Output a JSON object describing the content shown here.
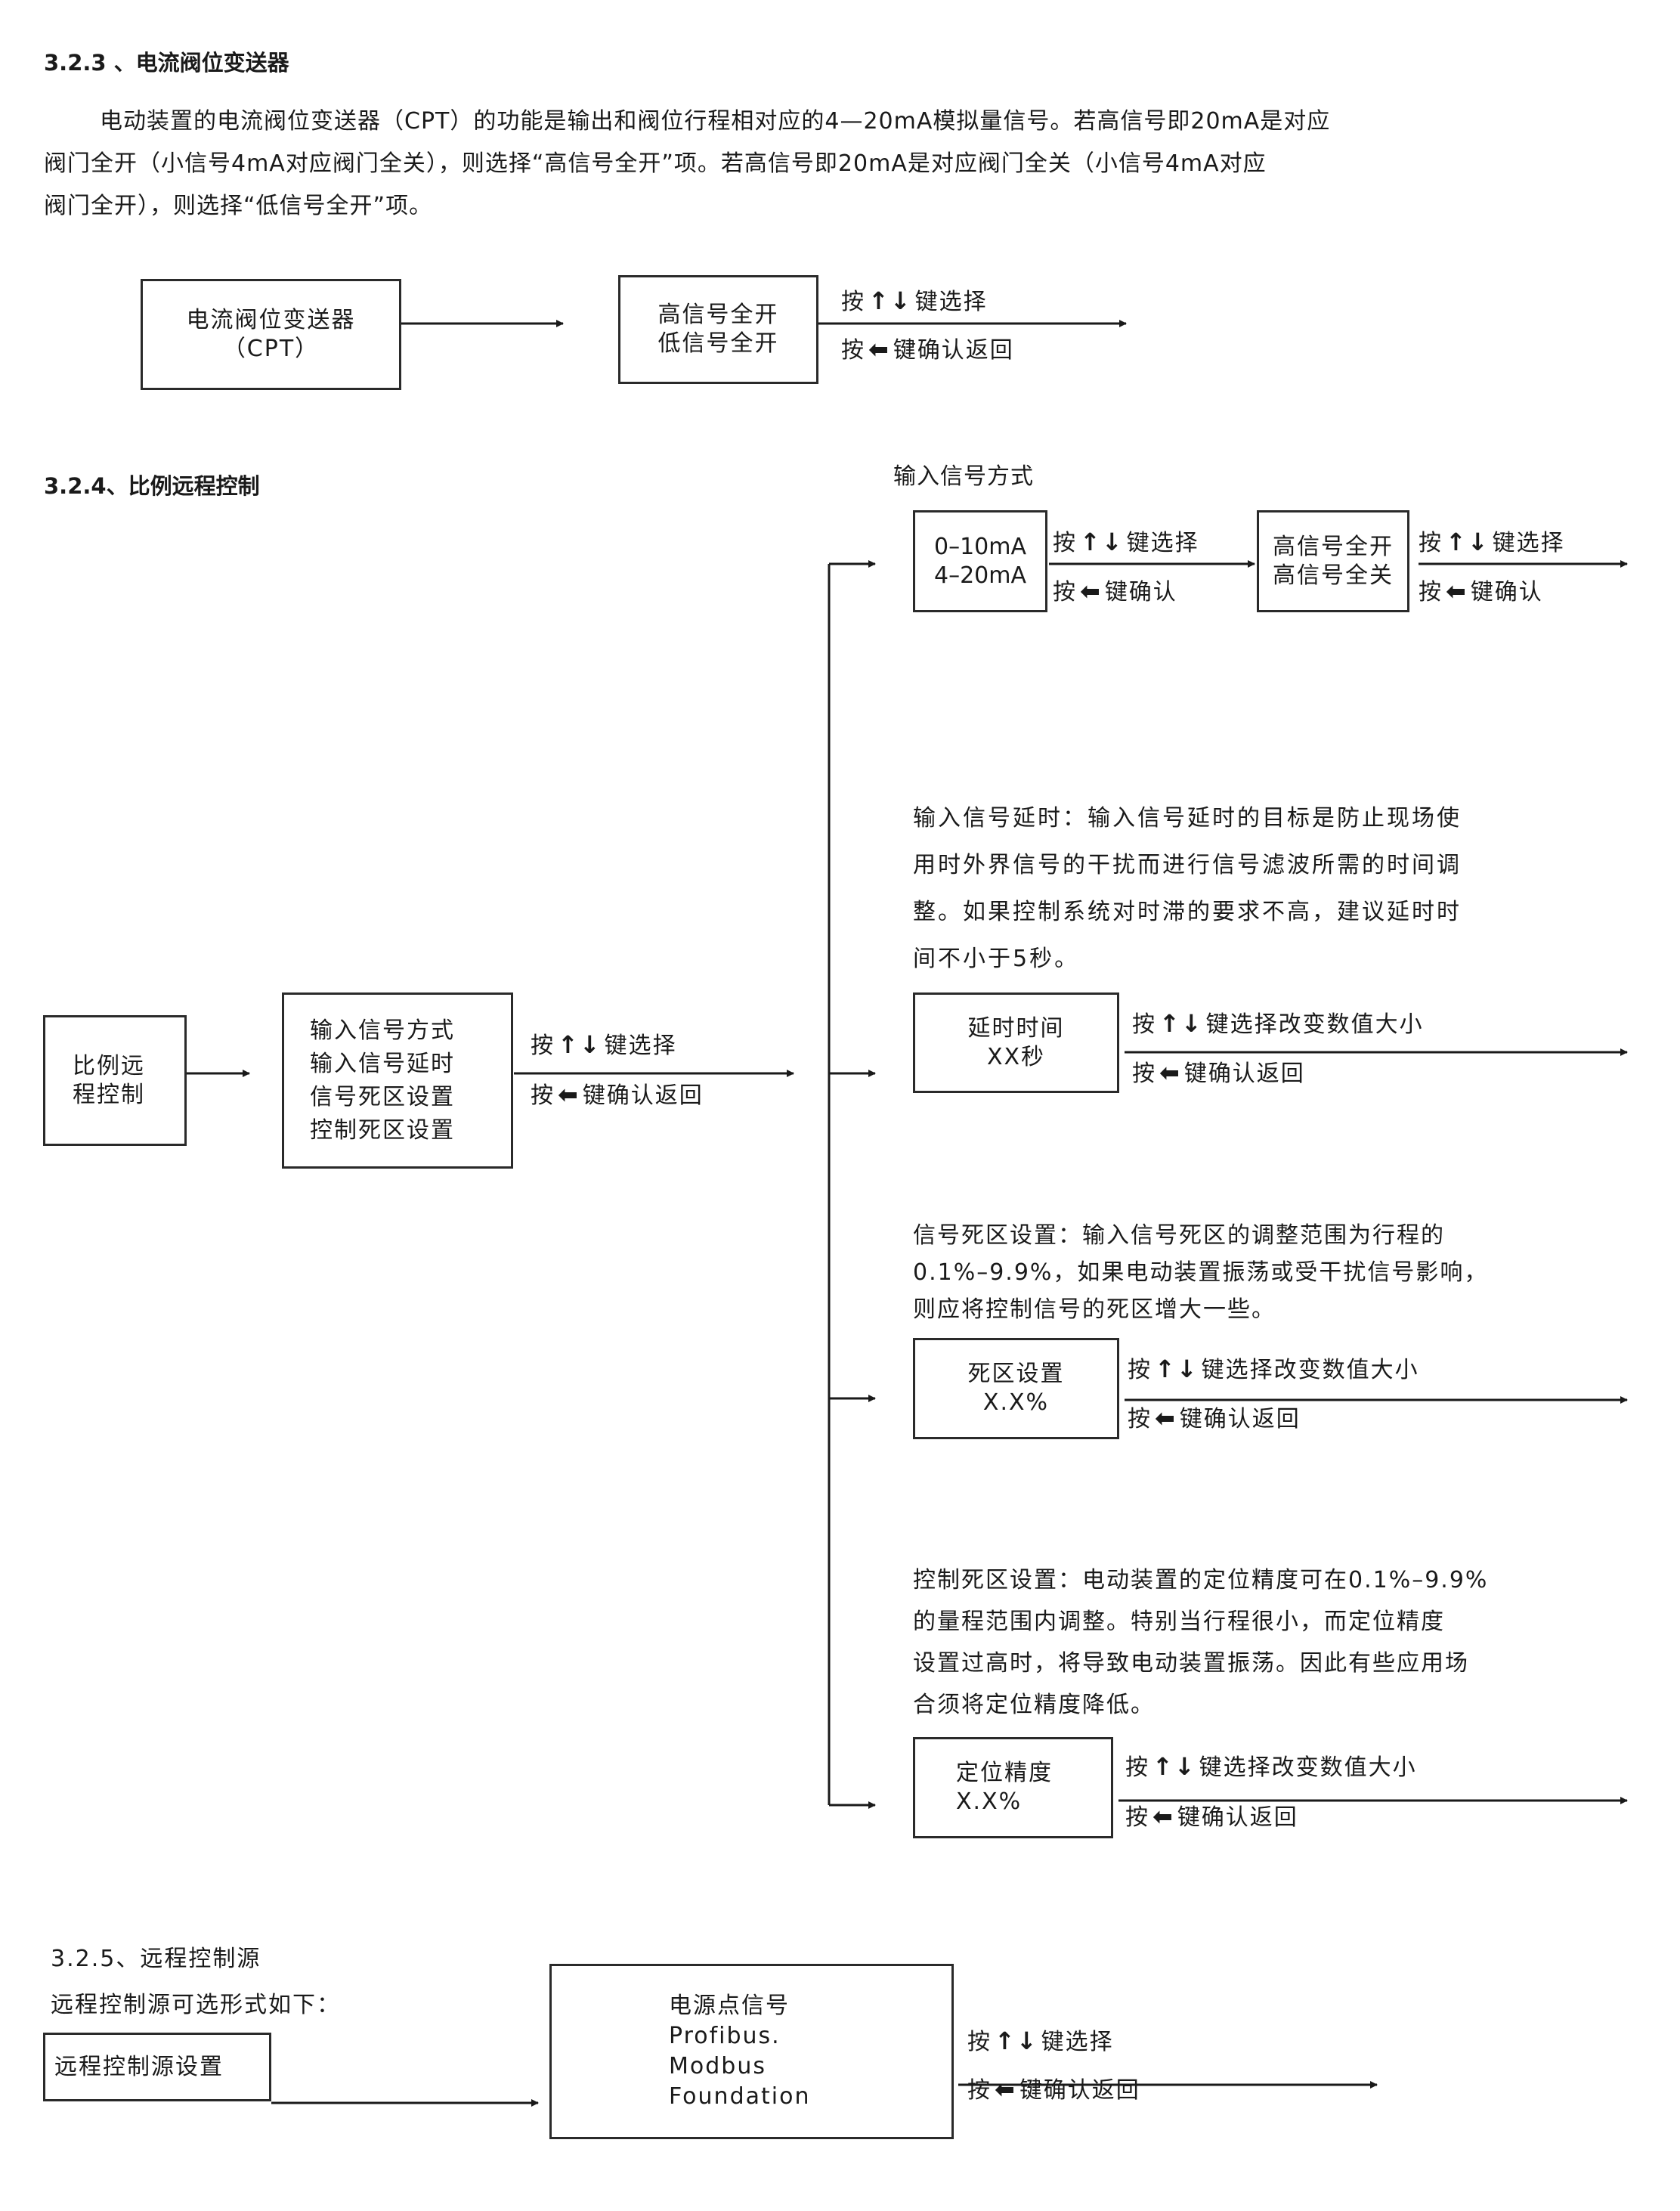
{
  "s323": {
    "heading": "3.2.3 、电流阀位变送器",
    "para": [
      "电动装置的电流阀位变送器（CPT）的功能是输出和阀位行程相对应的4—20mA模拟量信号。若高信号即20mA是对应",
      "阀门全开（小信号4mA对应阀门全关），则选择“高信号全开”项。若高信号即20mA是对应阀门全关（小信号4mA对应",
      "阀门全开），则选择“低信号全开”项。"
    ],
    "box1": [
      "电流阀位变送器",
      "（CPT）"
    ],
    "box2": [
      "高信号全开",
      "低信号全开"
    ]
  },
  "s324": {
    "heading": "3.2.4、比例远程控制",
    "main_box": [
      "比例远",
      "程控制"
    ],
    "menu_box": [
      "输入信号方式",
      "输入信号延时",
      "信号死区设置",
      "控制死区设置"
    ],
    "input_mode_title": "输入信号方式",
    "mode_box": [
      "0–10mA",
      "4–20mA"
    ],
    "level_box": [
      "高信号全开",
      "高信号全关"
    ],
    "delay_desc": [
      "输入信号延时：输入信号延时的目标是防止现场使",
      "用时外界信号的干扰而进行信号滤波所需的时间调",
      "整。如果控制系统对时滞的要求不高，建议延时时",
      "间不小于5秒。"
    ],
    "delay_box": [
      "延时时间",
      "XX秒"
    ],
    "deadband_desc": [
      "信号死区设置：输入信号死区的调整范围为行程的",
      "0.1%–9.9%，如果电动装置振荡或受干扰信号影响，",
      "则应将控制信号的死区增大一些。"
    ],
    "deadband_box": [
      "死区设置",
      "X.X%"
    ],
    "control_desc": [
      "控制死区设置：电动装置的定位精度可在0.1%–9.9%",
      "的量程范围内调整。特别当行程很小，而定位精度",
      "设置过高时，将导致电动装置振荡。因此有些应用场",
      "合须将定位精度降低。"
    ],
    "precision_box": [
      "定位精度",
      "X.X%"
    ]
  },
  "s325": {
    "heading": "3.2.5、远程控制源",
    "subheading": "远程控制源可选形式如下：",
    "source_box": "远程控制源设置",
    "options_box": [
      "电源点信号",
      "Profibus.",
      "Modbus",
      "Foundation"
    ]
  },
  "labels": {
    "press": "按",
    "select": "键选择",
    "select_change": "键选择改变数值大小",
    "confirm": "键确认",
    "confirm_return": "键确认返回",
    "updown_glyph": "↑↓",
    "back_glyph": "⬅"
  }
}
